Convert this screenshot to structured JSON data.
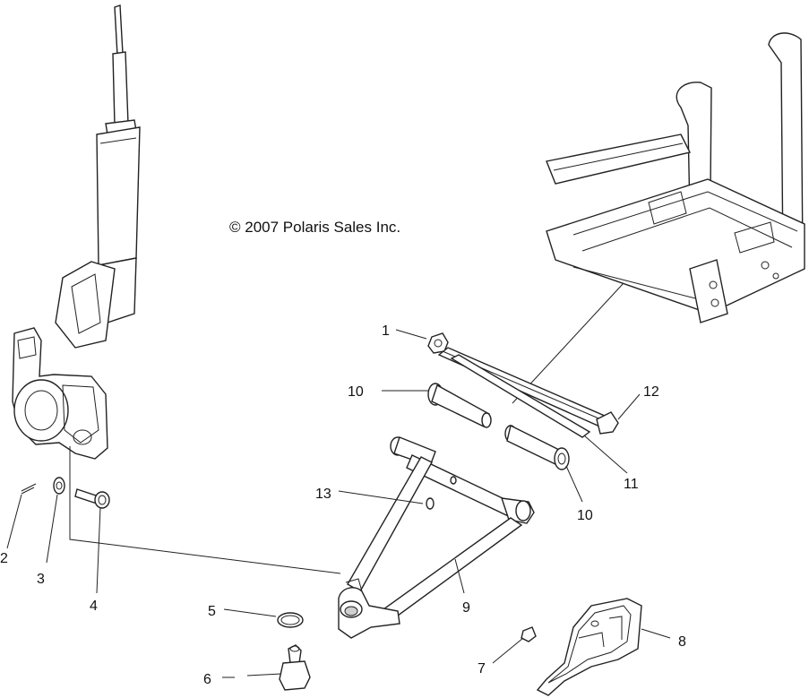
{
  "copyright": "© 2007 Polaris Sales Inc.",
  "callouts": {
    "c1": "1",
    "c2": "2",
    "c3": "3",
    "c4": "4",
    "c5": "5",
    "c6": "6",
    "c7": "7",
    "c8": "8",
    "c9": "9",
    "c10a": "10",
    "c10b": "10",
    "c11": "11",
    "c12": "12",
    "c13": "13"
  }
}
